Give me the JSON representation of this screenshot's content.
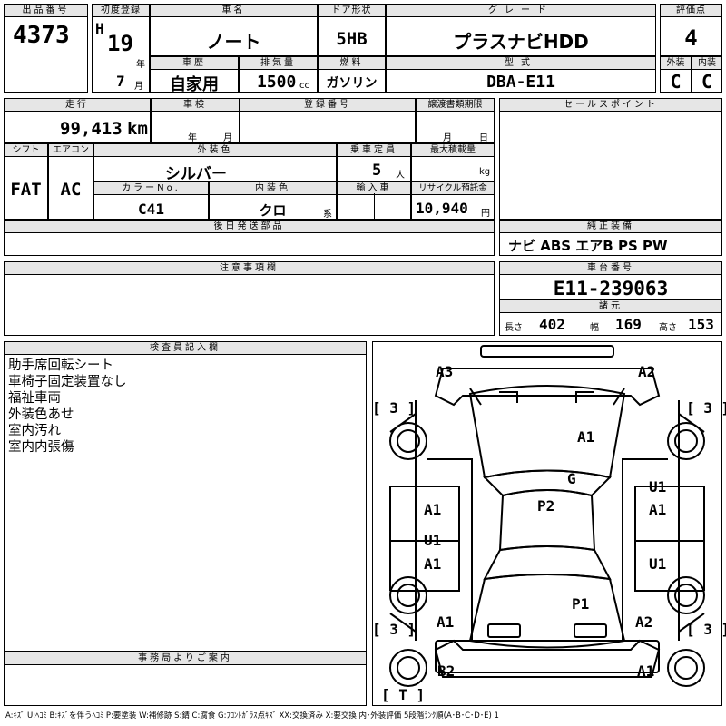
{
  "header": {
    "lot_label": "出品番号",
    "lot_value": "4373",
    "reg_label": "初度登録",
    "era": "H",
    "year": "19",
    "year_unit": "年",
    "month": "7",
    "month_unit": "月",
    "name_label": "車名",
    "name_value": "ノート",
    "door_label": "ドア形状",
    "door_value": "5HB",
    "grade_label": "グレード",
    "grade_value": "プラスナビHDD",
    "score_label": "評価点",
    "score_value": "4",
    "history_label": "車歴",
    "history_value": "自家用",
    "displacement_label": "排気量",
    "displacement_value": "1500",
    "displacement_unit": "cc",
    "fuel_label": "燃料",
    "fuel_value": "ガソリン",
    "model_label": "型式",
    "model_value": "DBA-E11",
    "ext_label": "外装",
    "ext_value": "C",
    "int_label": "内装",
    "int_value": "C"
  },
  "specs": {
    "mileage_label": "走行",
    "mileage_value": "99,413",
    "mileage_unit": "km",
    "inspection_label": "車検",
    "year_unit": "年",
    "month_unit": "月",
    "plate_label": "登録番号",
    "transfer_label": "譲渡書類期限",
    "month_label": "月",
    "day_label": "日",
    "shift_label": "シフト",
    "shift_value": "FAT",
    "ac_label": "エアコン",
    "ac_value": "AC",
    "color_label": "外装色",
    "color_value": "シルバー",
    "capacity_label": "乗車定員",
    "capacity_value": "5",
    "capacity_unit": "人",
    "load_label": "最大積載量",
    "load_unit": "kg",
    "color_no_label": "カラーNo.",
    "color_no_value": "C41",
    "int_color_label": "内装色",
    "int_color_value": "クロ",
    "int_color_unit": "系",
    "import_label": "輸入車",
    "recycle_label": "リサイクル預託金",
    "recycle_value": "10,940",
    "recycle_unit": "円",
    "later_label": "後日発送部品",
    "notes_label": "注意事項欄",
    "sales_label": "セールスポイント",
    "equip_label": "純正装備",
    "equip_value": "ナビ ABS エアB PS PW",
    "chassis_label": "車台番号",
    "chassis_value": "E11-239063",
    "dims_label": "諸元",
    "len_label": "長さ",
    "len_value": "402",
    "width_label": "幅",
    "width_value": "169",
    "height_label": "高さ",
    "height_value": "153"
  },
  "inspector": {
    "label": "検査員記入欄",
    "lines": [
      "助手席回転シート",
      "車椅子固定装置なし",
      "福祉車両",
      "外装色あせ",
      "室内汚れ",
      "室内内張傷"
    ]
  },
  "office": {
    "label": "事務局よりご案内"
  },
  "diagram": {
    "marks": {
      "a3": "A3",
      "a2_top": "A2",
      "tire_tl": "[ 3 ]",
      "tire_tr": "[ 3 ]",
      "a1_hood": "A1",
      "g": "G",
      "u1_r1": "U1",
      "a1_r1": "A1",
      "a1_l1": "A1",
      "p2": "P2",
      "u1_l2": "U1",
      "a1_l2": "A1",
      "u1_r2": "U1",
      "p1": "P1",
      "tire_bl": "[ 3 ]",
      "tire_br": "[ 3 ]",
      "a1_bl": "A1",
      "a2_br": "A2",
      "b2": "B2",
      "a1_bottom": "A1",
      "spare": "[ T ]"
    }
  },
  "legend": "A:ｷｽﾞ U:ﾍｺﾐ B:ｷｽﾞを伴うﾍｺﾐ P:要塗装 W:補修跡 S:錆 C:腐食 G:ﾌﾛﾝﾄｶﾞﾗｽ点ｷｽﾞ XX:交換済み X:要交換 内･外装評価 5段階ﾗﾝｸ順(A･B･C･D･E) 1"
}
